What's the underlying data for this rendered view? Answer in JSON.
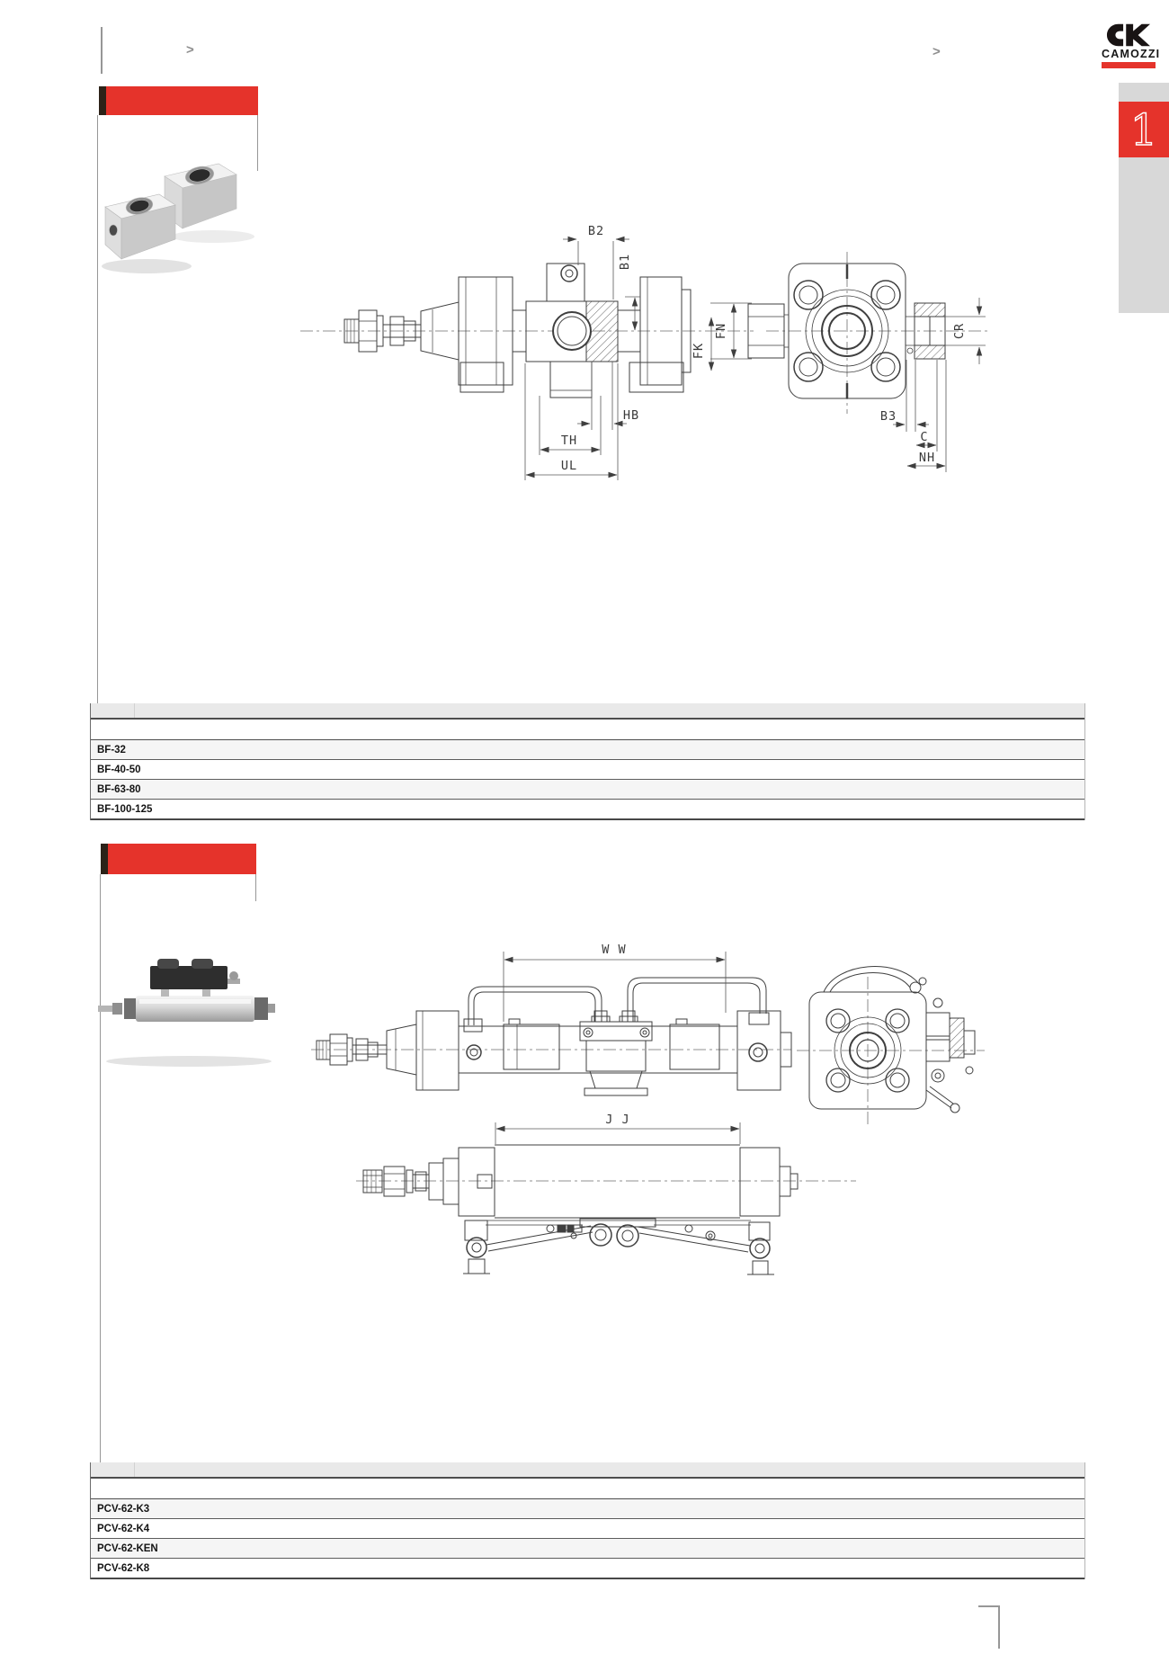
{
  "breadcrumb": {
    "left_marker": ">",
    "right_marker": ">"
  },
  "brand": {
    "logo_text": "CAMOZZI",
    "chapter_tab": "1"
  },
  "section_bf": {
    "dims": {
      "B2": "B2",
      "B1": "B1",
      "FN": "FN",
      "FK": "FK",
      "HB": "HB",
      "TH": "TH",
      "UL": "UL",
      "CR": "CR",
      "B3": "B3",
      "C": "C",
      "NH": "NH"
    },
    "models": [
      "BF-32",
      "BF-40-50",
      "BF-63-80",
      "BF-100-125"
    ]
  },
  "section_pcv": {
    "dims": {
      "WW": "W W",
      "JJ": "J J"
    },
    "models": [
      "PCV-62-K3",
      "PCV-62-K4",
      "PCV-62-KEN",
      "PCV-62-K8"
    ]
  },
  "colors": {
    "accent_red": "#e5332b",
    "banner_notch": "#2c2218",
    "tab_gray": "#d8d8d8",
    "table_band": "#e9e9e9",
    "row_alt": "#f5f5f5",
    "drawing_line": "#3f3f3f",
    "frame_line": "#979797"
  }
}
